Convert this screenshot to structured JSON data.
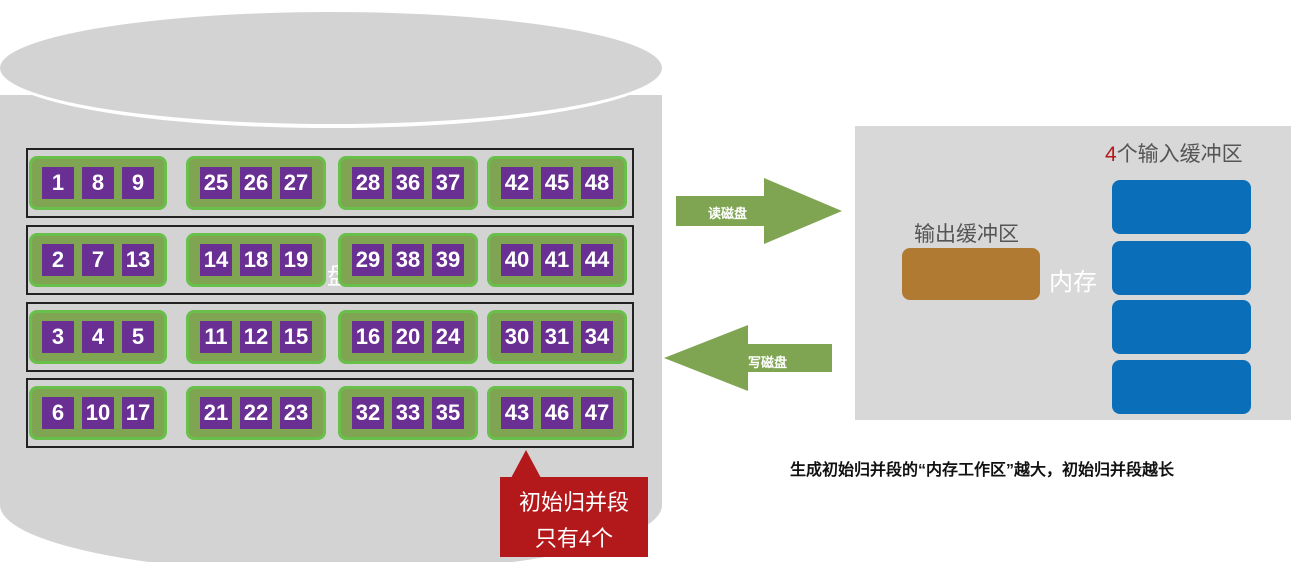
{
  "disk": {
    "hidden_label": "盘",
    "rows": [
      [
        [
          "1",
          "8",
          "9"
        ],
        [
          "25",
          "26",
          "27"
        ],
        [
          "28",
          "36",
          "37"
        ],
        [
          "42",
          "45",
          "48"
        ]
      ],
      [
        [
          "2",
          "7",
          "13"
        ],
        [
          "14",
          "18",
          "19"
        ],
        [
          "29",
          "38",
          "39"
        ],
        [
          "40",
          "41",
          "44"
        ]
      ],
      [
        [
          "3",
          "4",
          "5"
        ],
        [
          "11",
          "12",
          "15"
        ],
        [
          "16",
          "20",
          "24"
        ],
        [
          "30",
          "31",
          "34"
        ]
      ],
      [
        [
          "6",
          "10",
          "17"
        ],
        [
          "21",
          "22",
          "23"
        ],
        [
          "32",
          "33",
          "35"
        ],
        [
          "43",
          "46",
          "47"
        ]
      ]
    ]
  },
  "arrows": {
    "read_label": "读磁盘",
    "write_label": "写磁盘"
  },
  "memory": {
    "input_count": "4",
    "input_title_suffix": "个输入缓冲区",
    "output_title": "输出缓冲区",
    "memory_label": "内存"
  },
  "callout": {
    "line1": "初始归并段",
    "line2": "只有4个"
  },
  "caption": "生成初始归并段的“内存工作区”越大，初始归并段越长",
  "colors": {
    "cell": "#6a2f92",
    "group_fill": "#7fa552",
    "group_border": "#68bf4a",
    "arrow": "#7fa552",
    "input_buffer": "#0a6fb8",
    "output_buffer": "#b07a33",
    "callout": "#b3191b",
    "memory_panel": "#d8d8d8",
    "disk": "#d3d3d3",
    "accent_red": "#b3191b"
  }
}
